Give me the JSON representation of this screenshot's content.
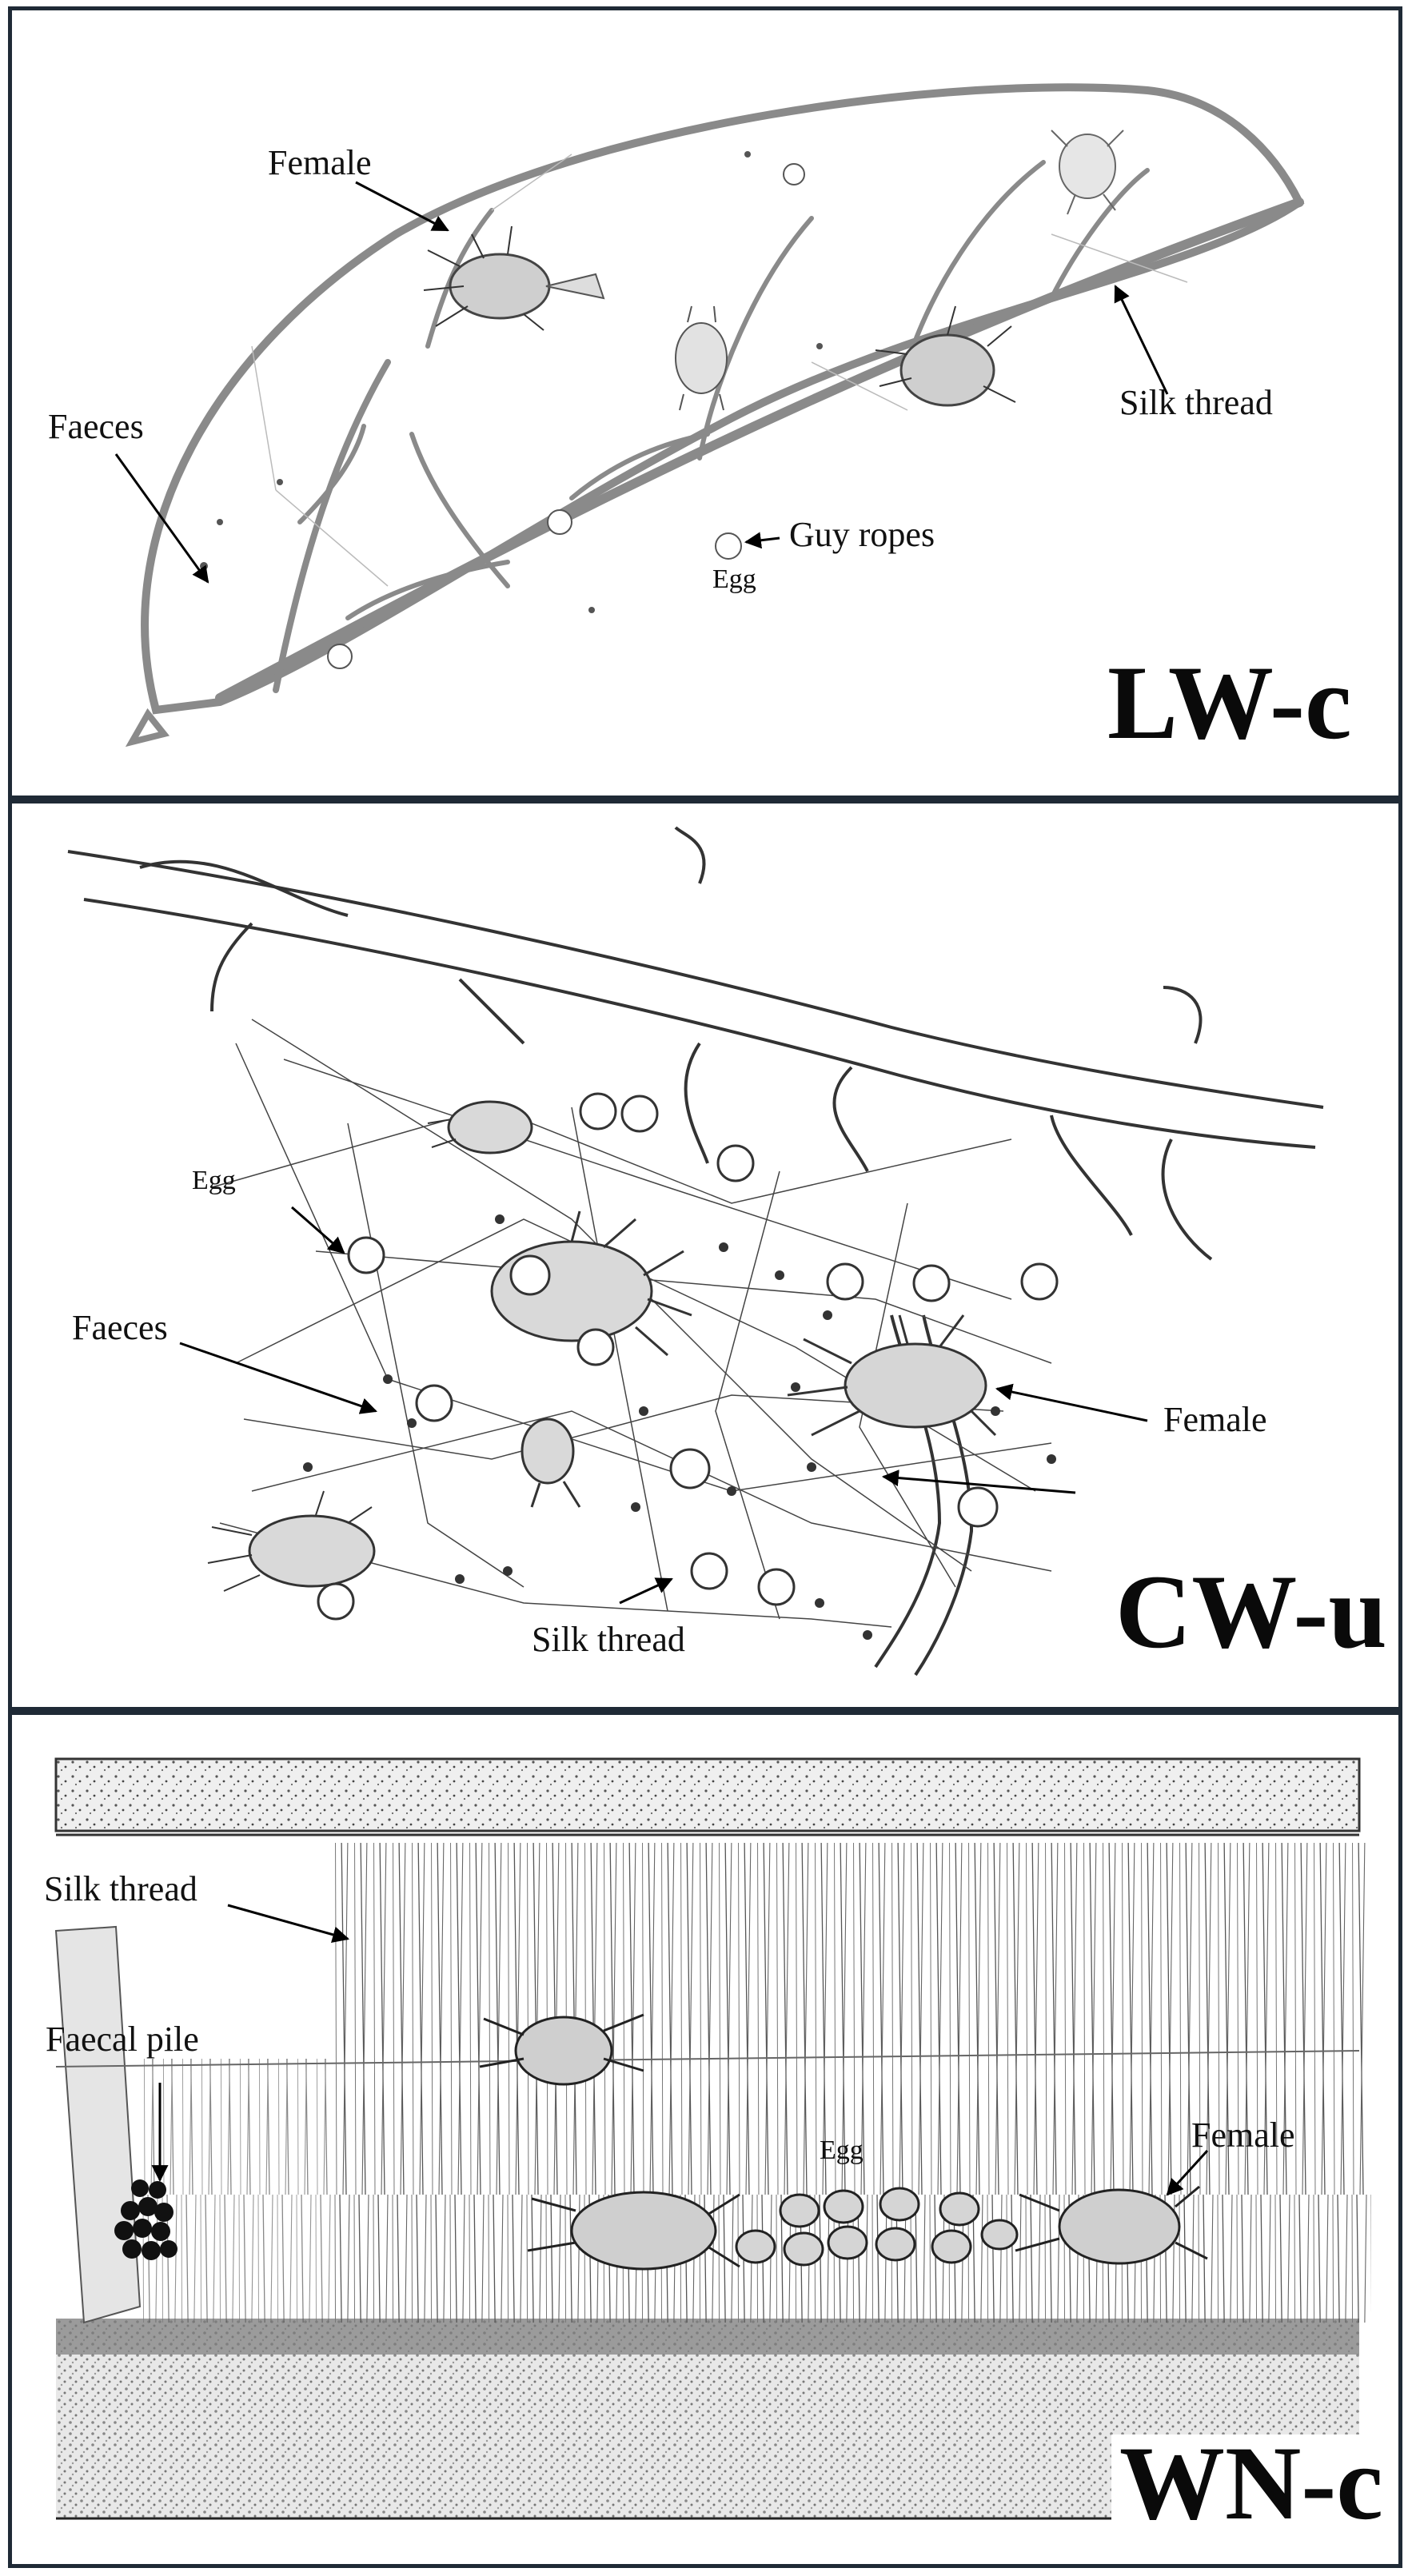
{
  "panels": [
    {
      "code": "LW-c",
      "labels": {
        "female": "Female",
        "faeces": "Faeces",
        "silk_thread": "Silk thread",
        "guy_ropes": "Guy ropes",
        "egg": "Egg"
      }
    },
    {
      "code": "CW-u",
      "labels": {
        "egg": "Egg",
        "faeces": "Faeces",
        "female": "Female",
        "silk_thread": "Silk thread"
      }
    },
    {
      "code": "WN-c",
      "labels": {
        "silk_thread": "Silk thread",
        "faecal_pile": "Faecal pile",
        "egg": "Egg",
        "female": "Female"
      }
    }
  ],
  "colors": {
    "border": "#1f2a36",
    "leaf": "#8a8a8a",
    "ink": "#111111"
  }
}
